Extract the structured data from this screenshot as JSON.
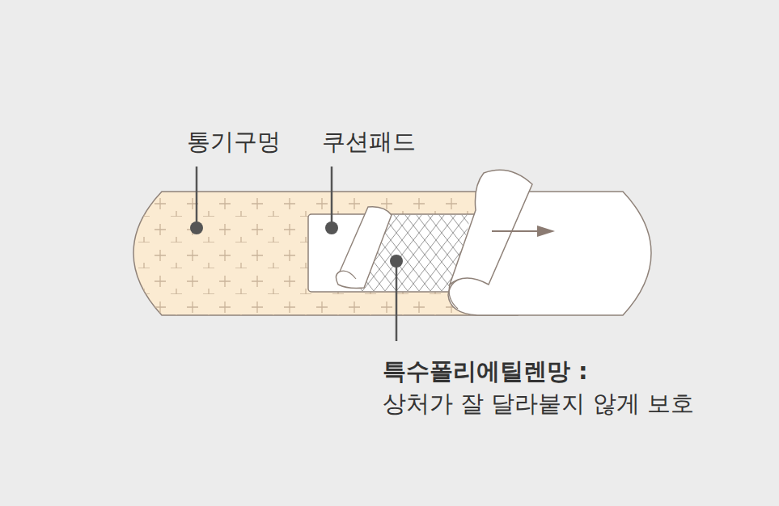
{
  "diagram": {
    "labels": [
      "통기구멍",
      "쿠션패드",
      "특수폴리에틸렌망 :",
      "상처가 잘 달라붙지 않게 보호"
    ]
  }
}
